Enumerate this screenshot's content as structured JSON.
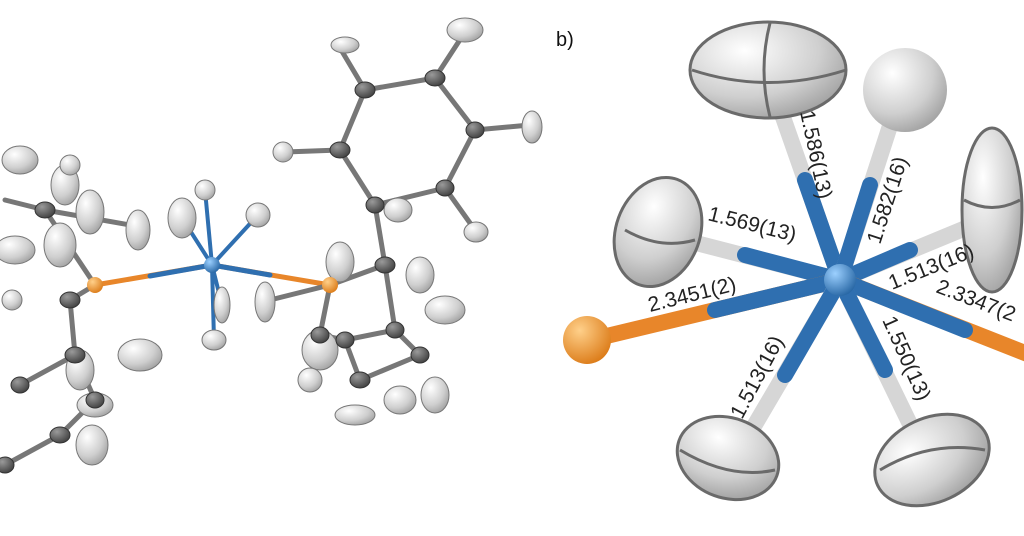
{
  "panel_b_label": "b)",
  "bond_labels": {
    "top_left": "1.586(13)",
    "top_right": "1.582(16)",
    "left": "1.569(13)",
    "right": "1.513(16)",
    "p_left": "2.3451(2)",
    "p_right": "2.3347(2",
    "bottom_left": "1.513(16)",
    "bottom_right": "1.550(13)"
  },
  "colors": {
    "metal": "#2f6fb0",
    "phosphorus": "#e8862a",
    "carbon": "#5a5a5a",
    "hydrogen": "#c8c8c8"
  }
}
